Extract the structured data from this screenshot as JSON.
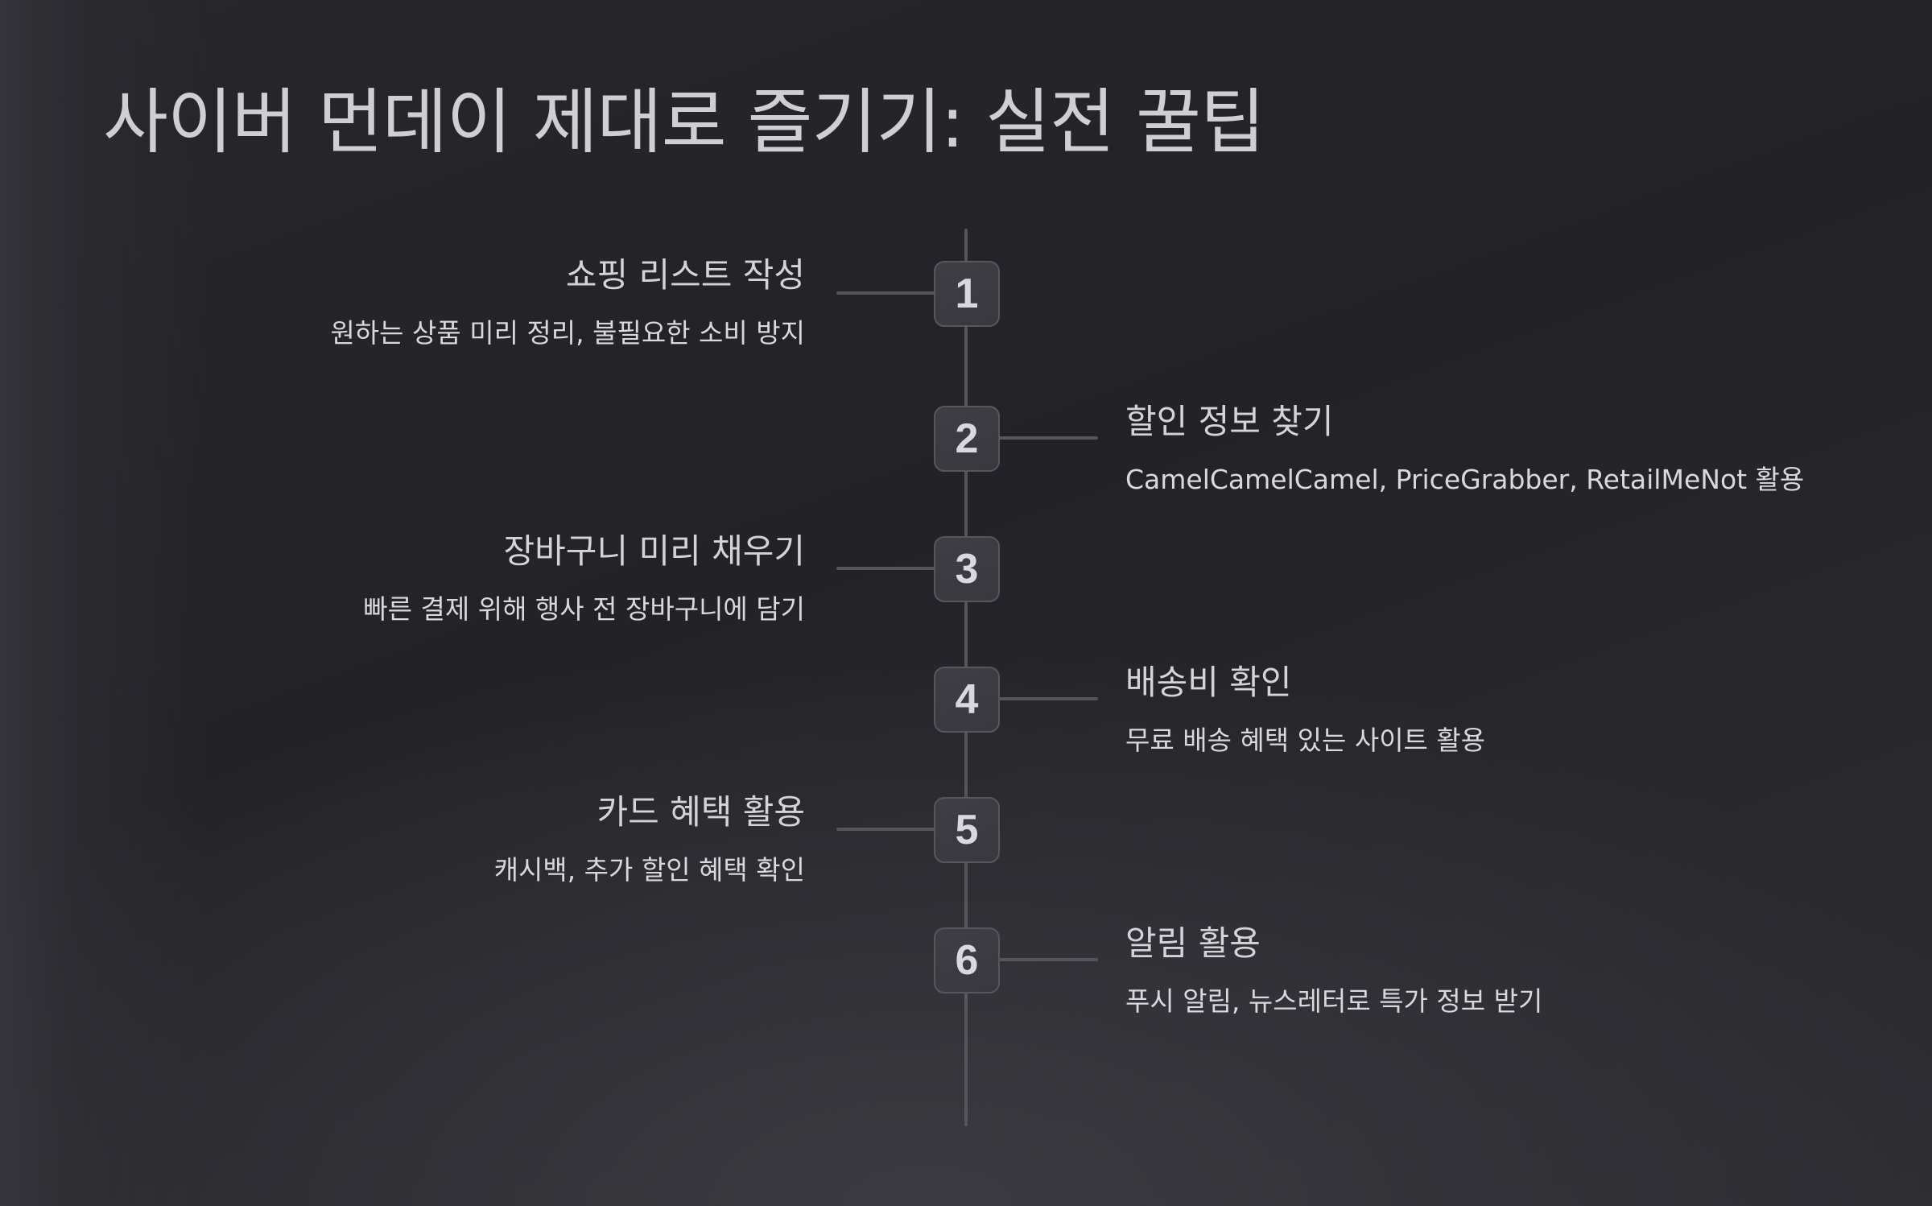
{
  "title": "사이버 먼데이 제대로 즐기기: 실전 꿀팁",
  "colors": {
    "background": "#26262a",
    "text": "#d6d6da",
    "line": "#55555a",
    "box_fill": "#3a3a40",
    "box_border": "#56565c"
  },
  "steps": [
    {
      "number": "1",
      "side": "left",
      "title": "쇼핑 리스트 작성",
      "description": "원하는 상품 미리 정리, 불필요한 소비 방지"
    },
    {
      "number": "2",
      "side": "right",
      "title": "할인 정보 찾기",
      "description": "CamelCamelCamel, PriceGrabber, RetailMeNot 활용"
    },
    {
      "number": "3",
      "side": "left",
      "title": "장바구니 미리 채우기",
      "description": "빠른 결제 위해 행사 전 장바구니에 담기"
    },
    {
      "number": "4",
      "side": "right",
      "title": "배송비 확인",
      "description": "무료 배송 혜택 있는 사이트 활용"
    },
    {
      "number": "5",
      "side": "left",
      "title": "카드 혜택 활용",
      "description": "캐시백, 추가 할인 혜택 확인"
    },
    {
      "number": "6",
      "side": "right",
      "title": "알림 활용",
      "description": "푸시 알림, 뉴스레터로 특가 정보 받기"
    }
  ]
}
